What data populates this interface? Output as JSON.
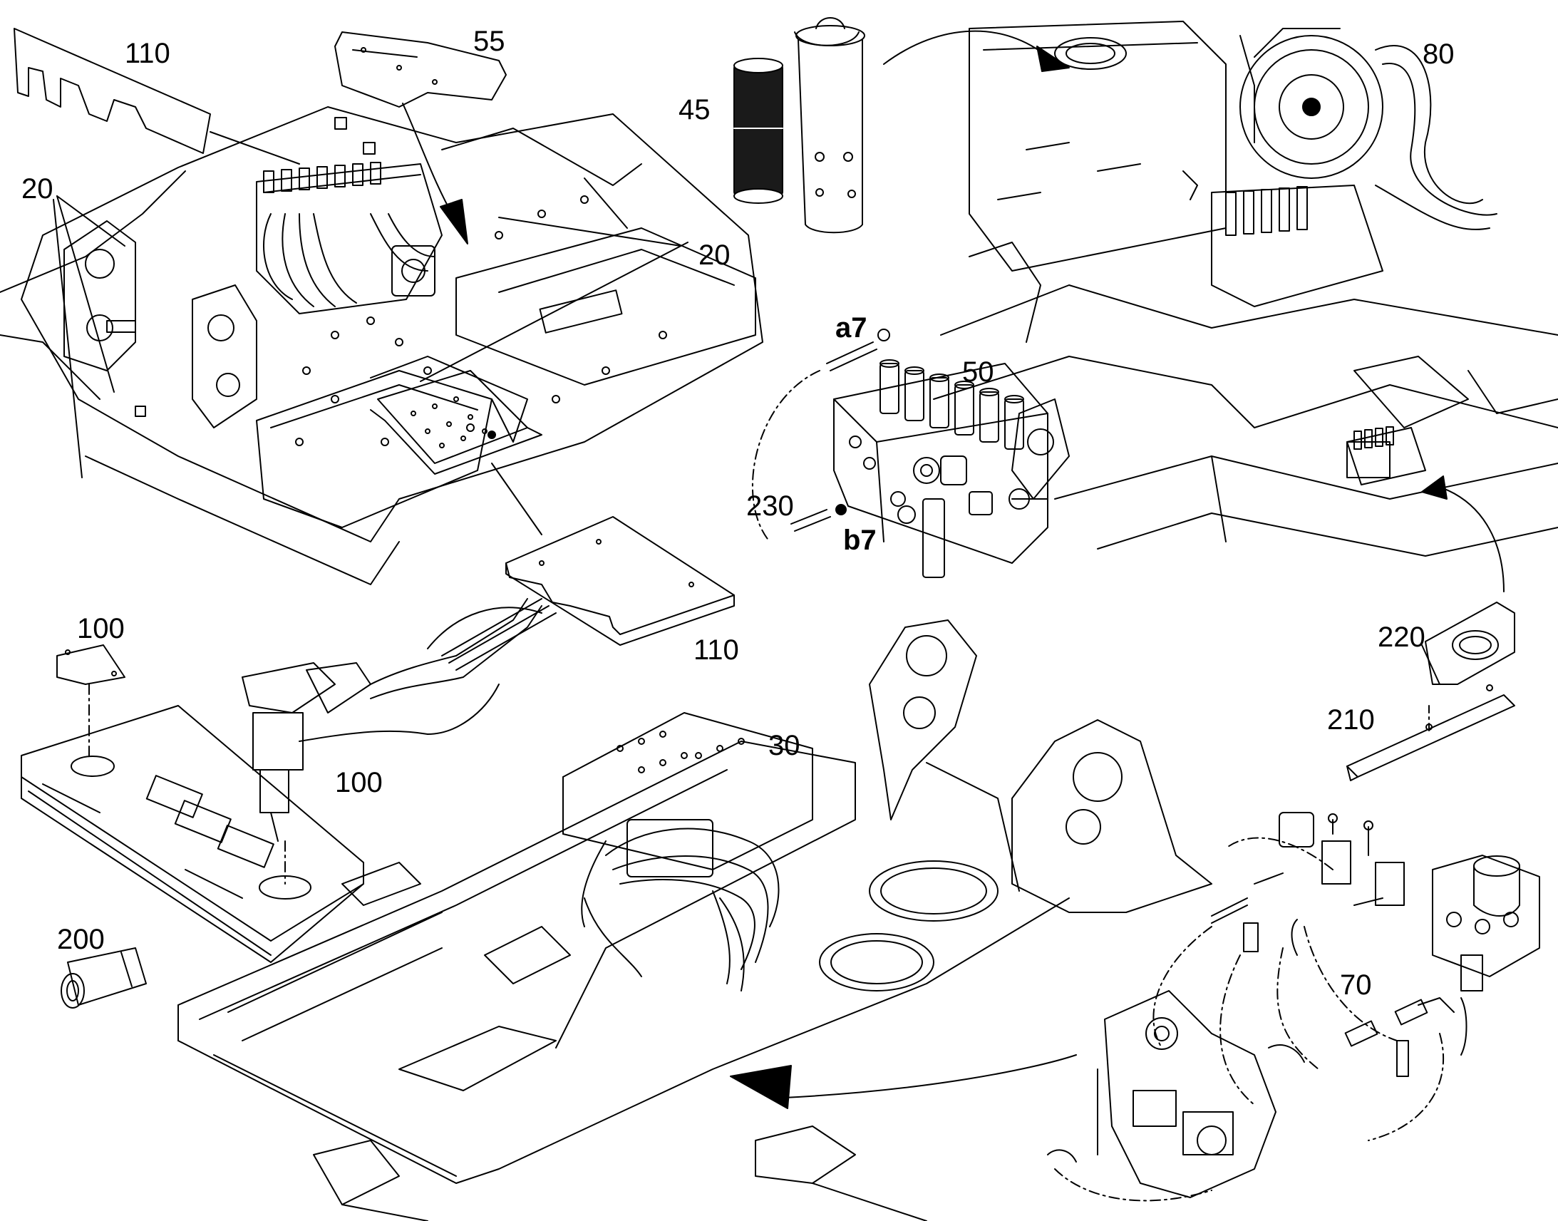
{
  "labels": {
    "l110_top": "110",
    "l55": "55",
    "l45": "45",
    "l80": "80",
    "l20_left": "20",
    "l20_right": "20",
    "la7": "a7",
    "l50": "50",
    "l230": "230",
    "lb7": "b7",
    "l110_mid": "110",
    "l100_top": "100",
    "l100_mid": "100",
    "l220": "220",
    "l210": "210",
    "l30": "30",
    "l200": "200",
    "l70": "70"
  },
  "colors": {
    "line": "#000000",
    "background": "#ffffff",
    "filter_dark": "#1a1a1a"
  },
  "icons": {
    "arrowhead": "filled-triangle-arrow",
    "leader_dash": "dash-dot-leader"
  }
}
